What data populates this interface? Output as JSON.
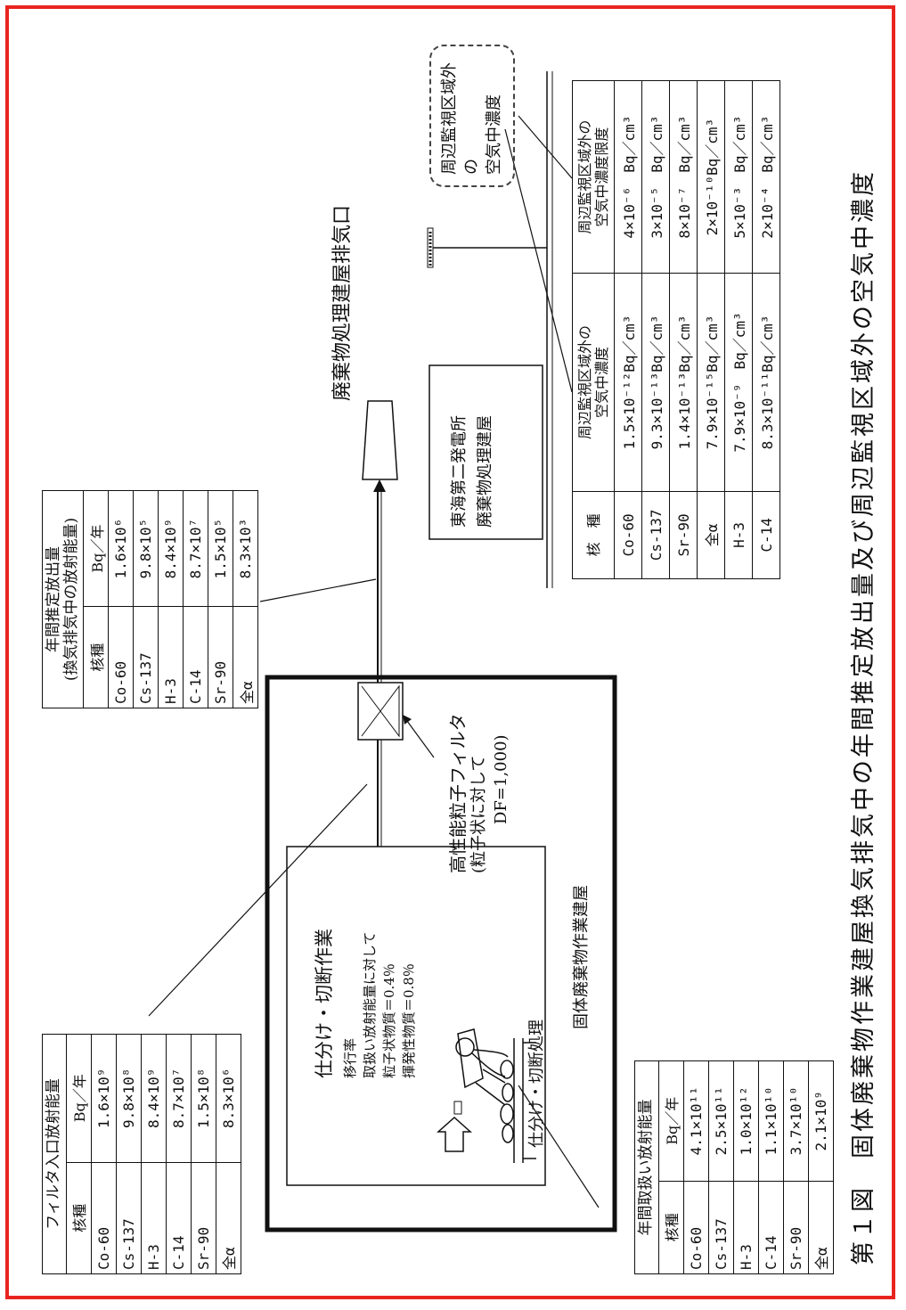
{
  "caption": "第１図　固体廃棄物作業建屋換気排気中の年間推定放出量及び周辺監視区域外の空気中濃度",
  "labels": {
    "solid_waste_building": "固体廃棄物作業建屋",
    "work_title": "仕分け・切断作業",
    "transfer_rate_title": "移行率",
    "transfer_rate_note": "取扱い放射能量に対して",
    "particulate_rate": "粒子状物質＝0.4％",
    "volatile_rate": "揮発性物質＝0.8％",
    "work_label": "仕分け・切断処理",
    "hepa_filter": "高性能粒子フィルタ",
    "hepa_note": "(粒子状に対して",
    "hepa_df": "DF=1,000)",
    "processing_building": "東海第二発電所\n廃棄物処理建屋",
    "exhaust_port": "廃棄物処理建屋排気口",
    "boundary_note": "周辺監視区域外の\n空気中濃度"
  },
  "table_annual_handling": {
    "title": "年間取扱い放射能量",
    "headers": [
      "核種",
      "Bq／年"
    ],
    "rows": [
      [
        "Co-60",
        "4.1×10¹¹"
      ],
      [
        "Cs-137",
        "2.5×10¹¹"
      ],
      [
        "H-3",
        "1.0×10¹²"
      ],
      [
        "C-14",
        "1.1×10¹⁰"
      ],
      [
        "Sr-90",
        "3.7×10¹⁰"
      ],
      [
        "全α",
        "2.1×10⁹"
      ]
    ]
  },
  "table_filter_inlet": {
    "title": "フィルタ入口放射能量",
    "headers": [
      "核種",
      "Bq／年"
    ],
    "rows": [
      [
        "Co-60",
        "1.6×10⁹"
      ],
      [
        "Cs-137",
        "9.8×10⁸"
      ],
      [
        "H-3",
        "8.4×10⁹"
      ],
      [
        "C-14",
        "8.7×10⁷"
      ],
      [
        "Sr-90",
        "1.5×10⁸"
      ],
      [
        "全α",
        "8.3×10⁶"
      ]
    ]
  },
  "table_annual_release": {
    "title": "年間推定放出量",
    "subtitle": "(換気排気中の放射能量)",
    "headers": [
      "核種",
      "Bq／年"
    ],
    "rows": [
      [
        "Co-60",
        "1.6×10⁶"
      ],
      [
        "Cs-137",
        "9.8×10⁵"
      ],
      [
        "H-3",
        "8.4×10⁹"
      ],
      [
        "C-14",
        "8.7×10⁷"
      ],
      [
        "Sr-90",
        "1.5×10⁵"
      ],
      [
        "全α",
        "8.3×10³"
      ]
    ]
  },
  "table_concentration": {
    "headers": [
      "核　種",
      "周辺監視区域外の\n空気中濃度",
      "周辺監視区域外の\n空気中濃度限度"
    ],
    "rows": [
      [
        "Co-60",
        "1.5×10⁻¹²Bq／cm³",
        "4×10⁻⁶　Bq／cm³"
      ],
      [
        "Cs-137",
        "9.3×10⁻¹³Bq／cm³",
        "3×10⁻⁵　Bq／cm³"
      ],
      [
        "Sr-90",
        "1.4×10⁻¹³Bq／cm³",
        "8×10⁻⁷　Bq／cm³"
      ],
      [
        "全α",
        "7.9×10⁻¹⁵Bq／cm³",
        "2×10⁻¹⁰Bq／cm³"
      ],
      [
        "H-3",
        "7.9×10⁻⁹　Bq／cm³",
        "5×10⁻³　Bq／cm³"
      ],
      [
        "C-14",
        "8.3×10⁻¹¹Bq／cm³",
        "2×10⁻⁴　Bq／cm³"
      ]
    ]
  }
}
